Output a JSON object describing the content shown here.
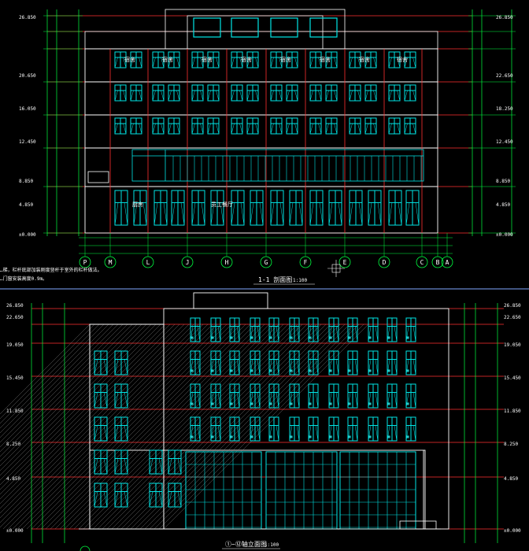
{
  "drawing": {
    "top_section": {
      "title": "1-1 剖面图",
      "scale": "1:100",
      "grid_labels": [
        "P",
        "M",
        "L",
        "J",
        "H",
        "G",
        "F",
        "E",
        "D",
        "C",
        "B",
        "A"
      ],
      "room_labels": [
        "宿舍",
        "宿舍",
        "宿舍",
        "宿舍",
        "宿舍",
        "宿舍",
        "宿舍",
        "宿舍"
      ],
      "ground_labels": [
        "厨房",
        "员工餐厅"
      ],
      "notes": [
        "…梯，栏杆底部加装刚度竖杆于室外的栏杆做法。",
        "…门窗安装高度0.9m。"
      ],
      "elev_left": [
        "26.850",
        "20.650",
        "16.050",
        "12.450",
        "8.850",
        "4.850",
        "±0.000"
      ],
      "elev_right": [
        "26.850",
        "22.650",
        "18.250",
        "12.450",
        "8.850",
        "4.850",
        "±0.000"
      ]
    },
    "bottom_elevation": {
      "title": "①~⑫轴立面图",
      "scale": "1:100",
      "elev_left": [
        "26.850",
        "22.650",
        "19.050",
        "15.450",
        "11.850",
        "8.250",
        "4.850",
        "±0.000"
      ],
      "elev_right": [
        "26.850",
        "22.650",
        "19.050",
        "15.450",
        "11.850",
        "8.250",
        "4.850",
        "±0.000"
      ]
    }
  },
  "colors": {
    "background": "#000000",
    "wall": "#ffffff",
    "window": "#00e5e5",
    "level": "#ff3030",
    "dimension": "#00ff40",
    "axis": "#00ff40",
    "text": "#ffffff",
    "hatch": "#888888",
    "separator": "#7fa8ff"
  }
}
